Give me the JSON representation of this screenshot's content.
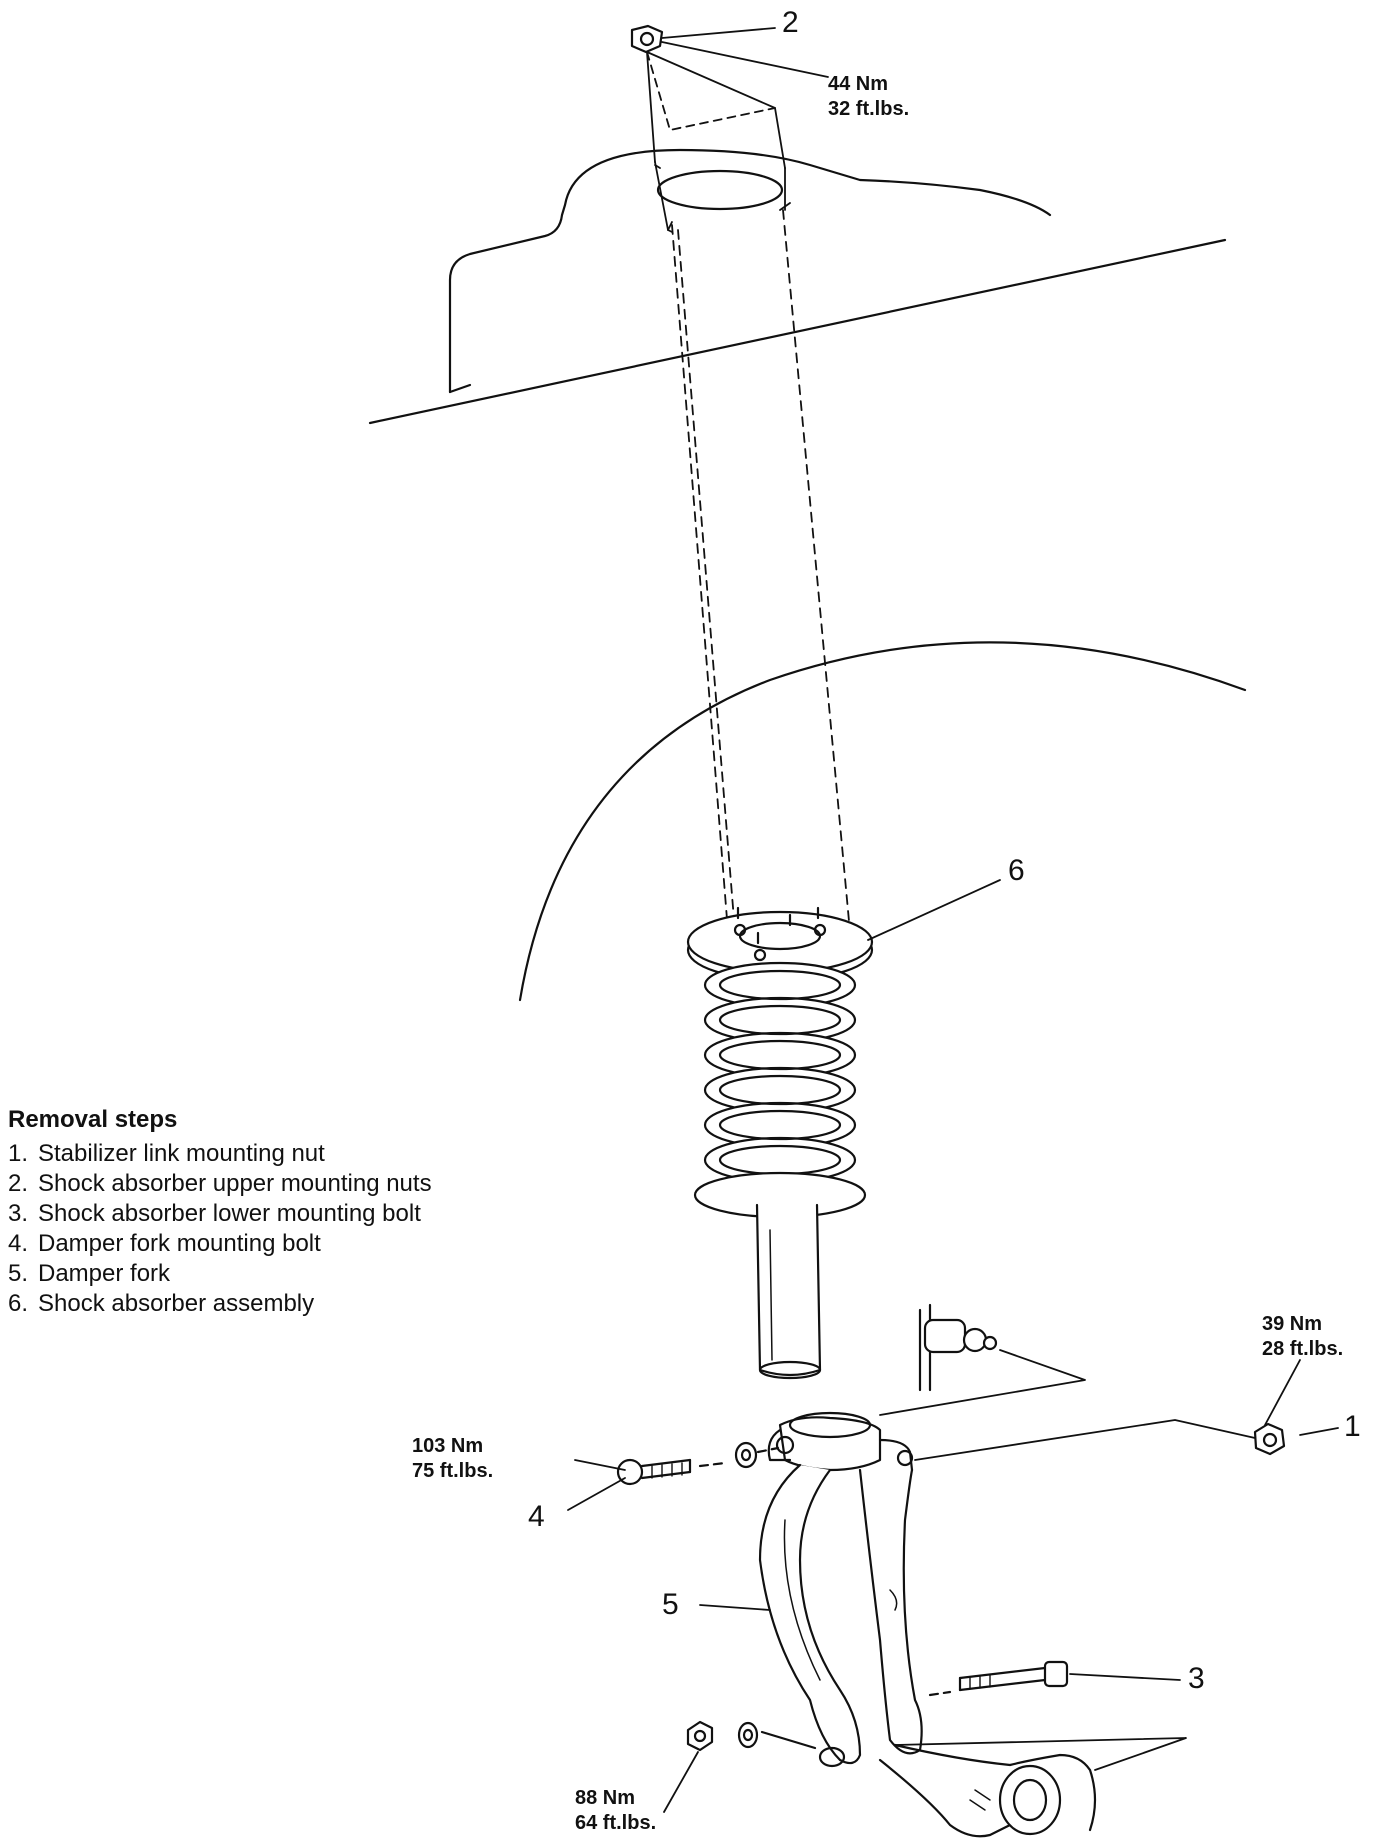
{
  "callouts": {
    "c1": "1",
    "c2": "2",
    "c3": "3",
    "c4": "4",
    "c5": "5",
    "c6": "6"
  },
  "torque": {
    "upper_nut": {
      "nm": "44 Nm",
      "ftlbs": "32 ft.lbs."
    },
    "stabilizer_nut": {
      "nm": "39 Nm",
      "ftlbs": "28 ft.lbs."
    },
    "fork_bolt": {
      "nm": "103 Nm",
      "ftlbs": "75 ft.lbs."
    },
    "lower_nut": {
      "nm": "88 Nm",
      "ftlbs": "64 ft.lbs."
    }
  },
  "removal": {
    "title": "Removal steps",
    "steps": [
      {
        "n": "1.",
        "text": "Stabilizer link mounting nut"
      },
      {
        "n": "2.",
        "text": "Shock absorber upper mounting nuts"
      },
      {
        "n": "3.",
        "text": "Shock absorber lower mounting bolt"
      },
      {
        "n": "4.",
        "text": "Damper fork mounting bolt"
      },
      {
        "n": "5.",
        "text": "Damper fork"
      },
      {
        "n": "6.",
        "text": "Shock absorber assembly"
      }
    ]
  }
}
